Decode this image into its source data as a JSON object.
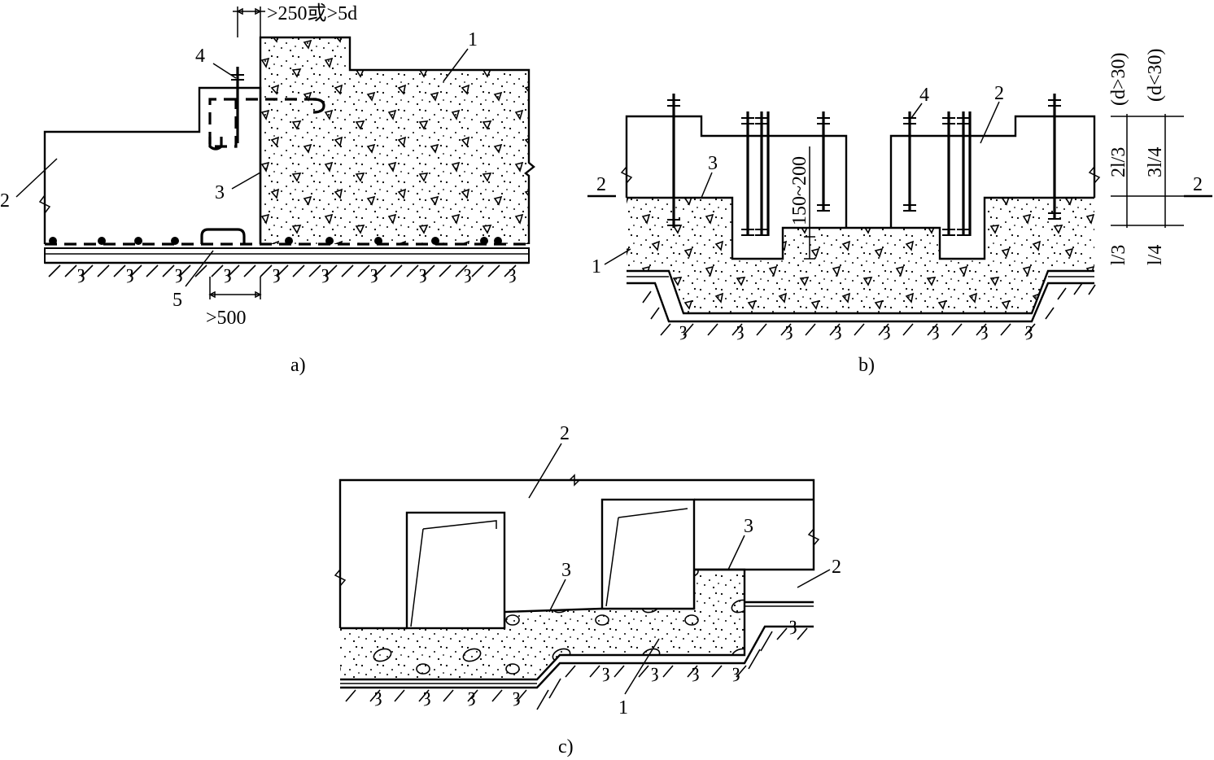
{
  "fig_a": {
    "caption": "a)",
    "dim_top": ">250或>5d",
    "dim_bottom": ">500",
    "labels": {
      "n1": "1",
      "n2": "2",
      "n3": "3",
      "n4": "4",
      "n5": "5"
    }
  },
  "fig_b": {
    "caption": "b)",
    "dim_gap": "150~200",
    "dim_upper_d_gt": "2l/3",
    "dim_lower_d_gt": "l/3",
    "dim_upper_d_lt": "3l/4",
    "dim_lower_d_lt": "l/4",
    "cond_d_gt": "(d>30)",
    "cond_d_lt": "(d<30)",
    "section_left": "2",
    "section_right": "2",
    "labels": {
      "n1": "1",
      "n2": "2",
      "n3": "3",
      "n4": "4"
    }
  },
  "fig_c": {
    "caption": "c)",
    "labels": {
      "n1": "1",
      "n2_top": "2",
      "n2_right": "2",
      "n3_left": "3",
      "n3_right": "3"
    }
  }
}
